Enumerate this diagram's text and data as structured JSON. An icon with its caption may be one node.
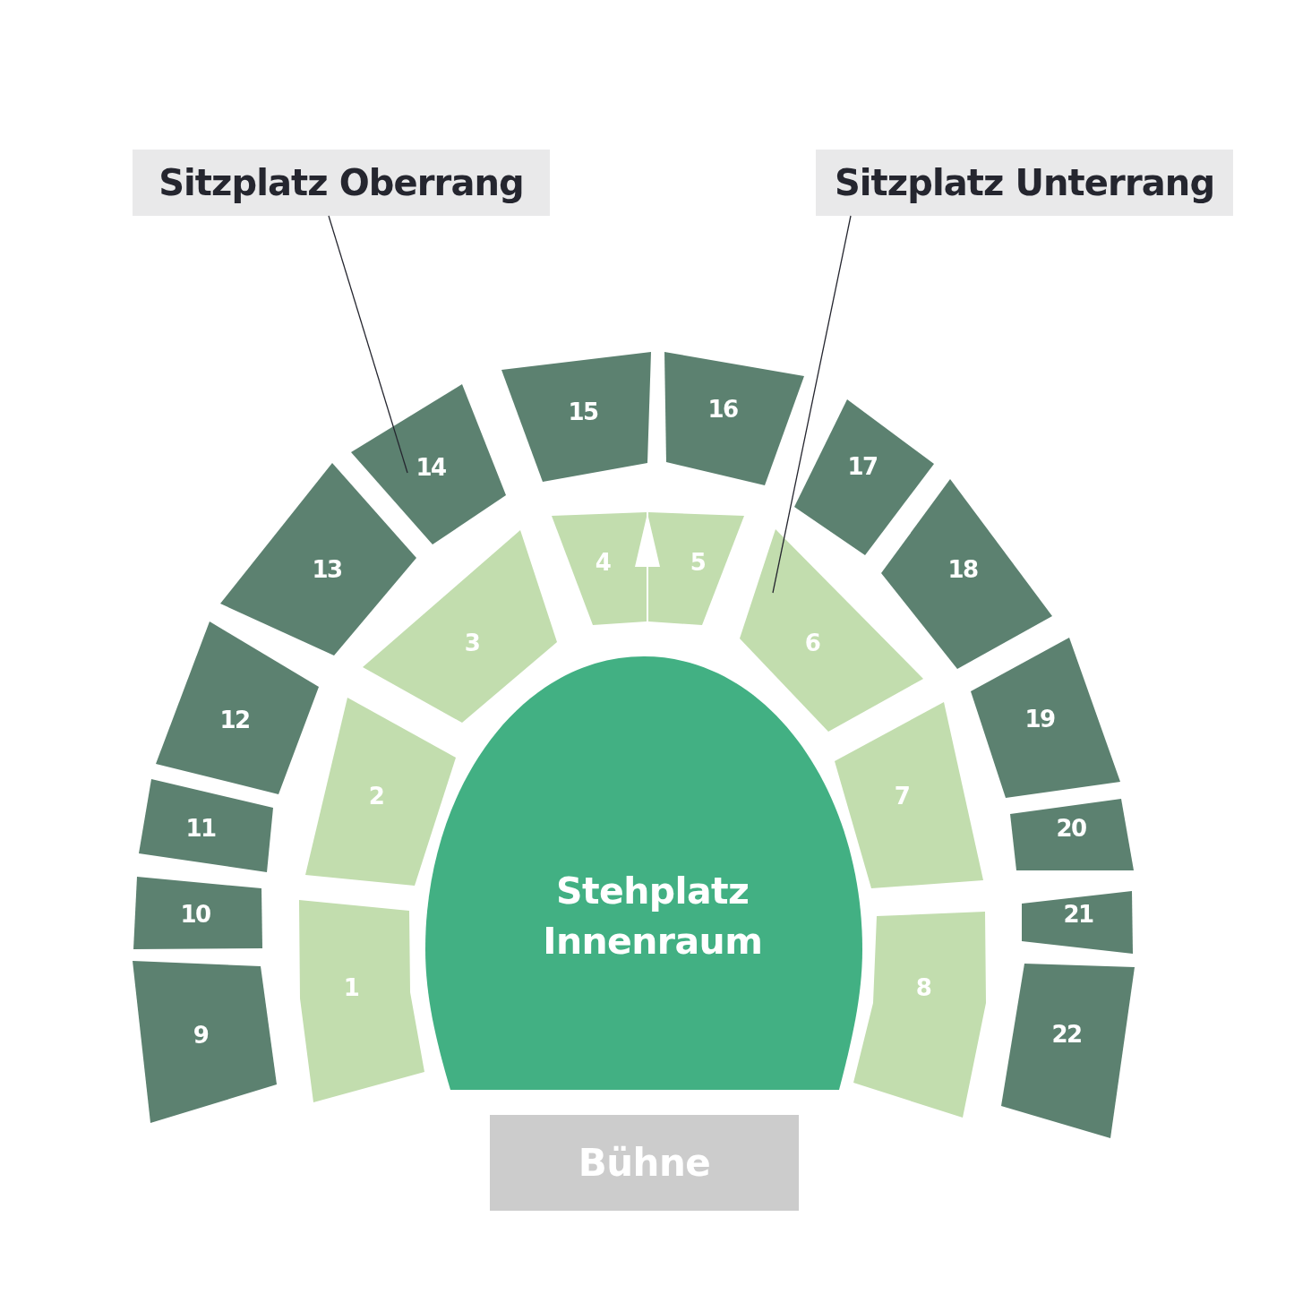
{
  "diagram": {
    "nodes": [
      {
        "text": [
          "Sitzplatz Oberrang"
        ]
      },
      {
        "text": [
          "Sitzplatz Unterrang"
        ]
      },
      {
        "text": [
          "1"
        ]
      },
      {
        "text": [
          "2"
        ]
      },
      {
        "text": [
          "3"
        ]
      },
      {
        "text": [
          "4"
        ]
      },
      {
        "text": [
          "5"
        ]
      },
      {
        "text": [
          "6"
        ]
      },
      {
        "text": [
          "7"
        ]
      },
      {
        "text": [
          "8"
        ]
      },
      {
        "text": [
          "9"
        ]
      },
      {
        "text": [
          "10"
        ]
      },
      {
        "text": [
          "11"
        ]
      },
      {
        "text": [
          "12"
        ]
      },
      {
        "text": [
          "13"
        ]
      },
      {
        "text": [
          "14"
        ]
      },
      {
        "text": [
          "15"
        ]
      },
      {
        "text": [
          "16"
        ]
      },
      {
        "text": [
          "17"
        ]
      },
      {
        "text": [
          "18"
        ]
      },
      {
        "text": [
          "19"
        ]
      },
      {
        "text": [
          "20"
        ]
      },
      {
        "text": [
          "21"
        ]
      },
      {
        "text": [
          "22"
        ]
      },
      {
        "text": [
          "Stehplatz Innenraum"
        ]
      },
      {
        "text": [
          "Bühne"
        ]
      }
    ],
    "edges": [
      {
        "from": 0,
        "to": 15,
        "arrow": "none"
      },
      {
        "from": 1,
        "to": 7,
        "arrow": "none"
      }
    ]
  }
}
